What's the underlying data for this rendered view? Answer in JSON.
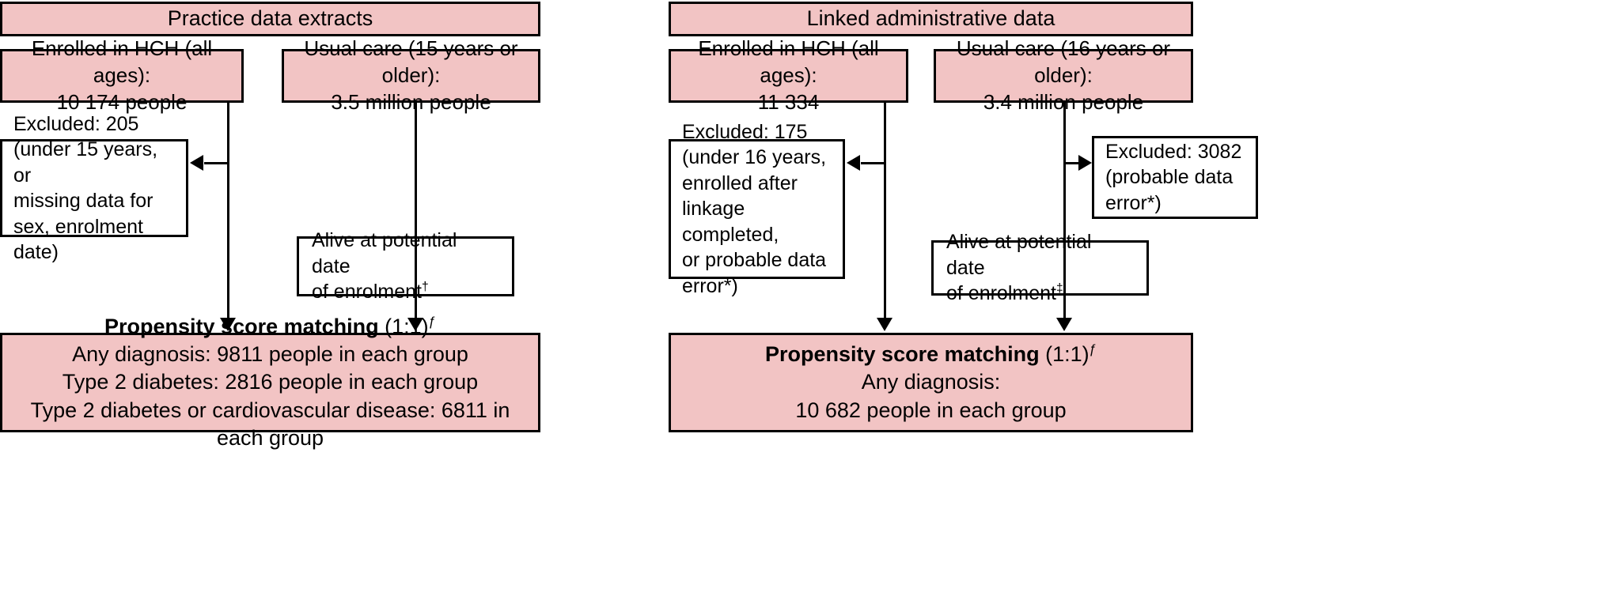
{
  "figure": {
    "type": "flowchart",
    "colors": {
      "box_fill_highlight": "#f2c4c4",
      "box_fill_plain": "#ffffff",
      "border": "#000000",
      "background": "#ffffff"
    }
  },
  "left_panel": {
    "header": "Practice data extracts",
    "source_hch": {
      "line1": "Enrolled in HCH (all ages):",
      "line2": "10 174 people"
    },
    "source_usual": {
      "line1": "Usual care (15 years or older):",
      "line2": "3.5 million people"
    },
    "excluded": {
      "line1": "Excluded: 205",
      "line2": "(under 15 years, or",
      "line3": "missing data for",
      "line4": "sex, enrolment date)"
    },
    "alive": {
      "line1": "Alive at potential date",
      "line2": "of enrolment",
      "marker": "†"
    },
    "result": {
      "title": "Propensity score matching",
      "ratio": "(1:1)",
      "ratio_marker": "ƒ",
      "line2": "Any diagnosis: 9811 people in each group",
      "line3": "Type 2 diabetes: 2816 people in each group",
      "line4": "Type 2 diabetes or cardiovascular disease: 6811 in each group"
    }
  },
  "right_panel": {
    "header": "Linked administrative data",
    "source_hch": {
      "line1": "Enrolled in HCH (all ages):",
      "line2": "11 334"
    },
    "source_usual": {
      "line1": "Usual care (16 years or older):",
      "line2": "3.4 million people"
    },
    "excluded_hch": {
      "line1": "Excluded: 175",
      "line2": "(under 16 years,",
      "line3": "enrolled after",
      "line4": "linkage completed,",
      "line5": "or probable data",
      "line6": "error*)"
    },
    "excluded_usual": {
      "line1": "Excluded: 3082",
      "line2": "(probable data",
      "line3": "error*)"
    },
    "alive": {
      "line1": "Alive at potential date",
      "line2": "of enrolment",
      "marker": "‡"
    },
    "result": {
      "title": "Propensity score matching",
      "ratio": "(1:1)",
      "ratio_marker": "ƒ",
      "line2": "Any diagnosis:",
      "line3": "10 682 people in each group"
    }
  }
}
